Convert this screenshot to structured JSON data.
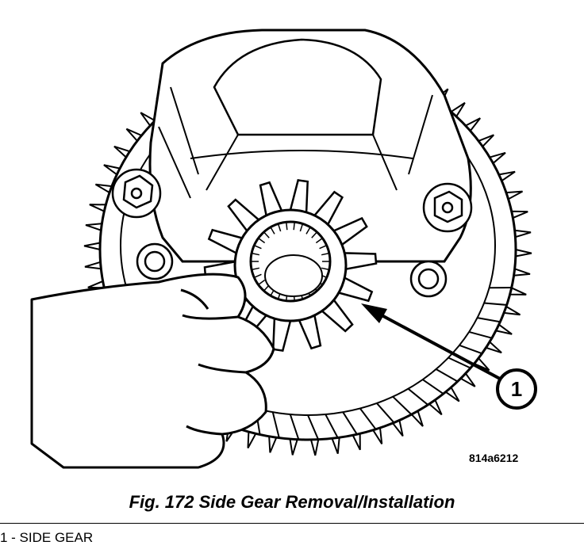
{
  "figure": {
    "callout_number": "1",
    "figure_id": "814a6212",
    "caption": "Fig. 172 Side Gear Removal/Installation"
  },
  "legend": [
    {
      "text": "1 - SIDE GEAR"
    }
  ],
  "colors": {
    "ink": "#000000",
    "paper": "#ffffff"
  }
}
